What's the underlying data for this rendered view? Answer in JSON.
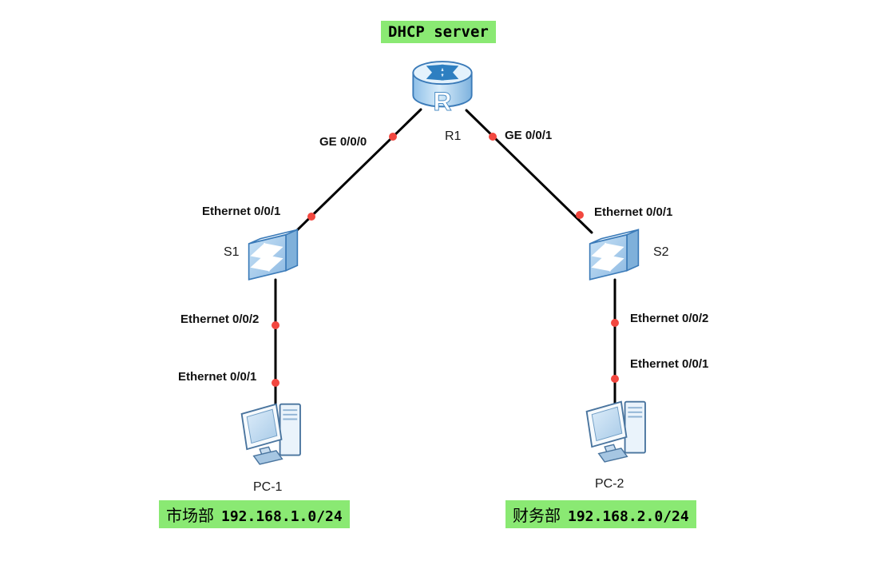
{
  "labels": {
    "dhcp": "DHCP server",
    "router": "R1",
    "router_glyph": "R",
    "switch1": "S1",
    "switch2": "S2",
    "pc1": "PC-1",
    "pc2": "PC-2"
  },
  "interfaces": {
    "r1_left": "GE 0/0/0",
    "r1_right": "GE 0/0/1",
    "s1_uplink": "Ethernet 0/0/1",
    "s1_downlink": "Ethernet 0/0/2",
    "pc1_port": "Ethernet 0/0/1",
    "s2_uplink": "Ethernet 0/0/1",
    "s2_downlink": "Ethernet 0/0/2",
    "pc2_port": "Ethernet 0/0/1"
  },
  "subnets": {
    "left": {
      "department": "市场部",
      "network": "192.168.1.0/24"
    },
    "right": {
      "department": "财务部",
      "network": "192.168.2.0/24"
    }
  },
  "colors": {
    "highlight": "#8ae973",
    "link": "#000000",
    "dot": "#f2473f",
    "device_stroke": "#3a7ab8",
    "device_fill": "#a9cdec"
  }
}
